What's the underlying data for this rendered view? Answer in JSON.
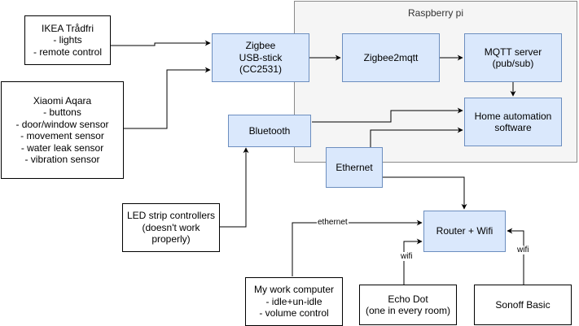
{
  "raspberry_pi": {
    "label": "Raspberry pi"
  },
  "nodes": {
    "ikea": [
      "IKEA Trådfri",
      "- lights",
      "- remote control"
    ],
    "xiaomi": [
      "Xiaomi Aqara",
      "- buttons",
      "- door/window sensor",
      "- movement sensor",
      "- water leak sensor",
      "- vibration sensor"
    ],
    "zigbee_stick": [
      "Zigbee",
      "USB-stick",
      "(CC2531)"
    ],
    "zigbee2mqtt": [
      "Zigbee2mqtt"
    ],
    "mqtt": [
      "MQTT server",
      "(pub/sub)"
    ],
    "home_automation": [
      "Home automation",
      "software"
    ],
    "bluetooth": [
      "Bluetooth"
    ],
    "ethernet": [
      "Ethernet"
    ],
    "led": [
      "LED strip controllers",
      "(doesn't work",
      "properly)"
    ],
    "router": [
      "Router + Wifi"
    ],
    "work_computer": [
      "My work computer",
      "- idle+un-idle",
      "- volume control"
    ],
    "echo": [
      "Echo Dot",
      "(one in every room)"
    ],
    "sonoff": [
      "Sonoff Basic"
    ]
  },
  "edge_labels": {
    "ethernet": "ethernet",
    "wifi_echo": "wifi",
    "wifi_sonoff": "wifi"
  }
}
